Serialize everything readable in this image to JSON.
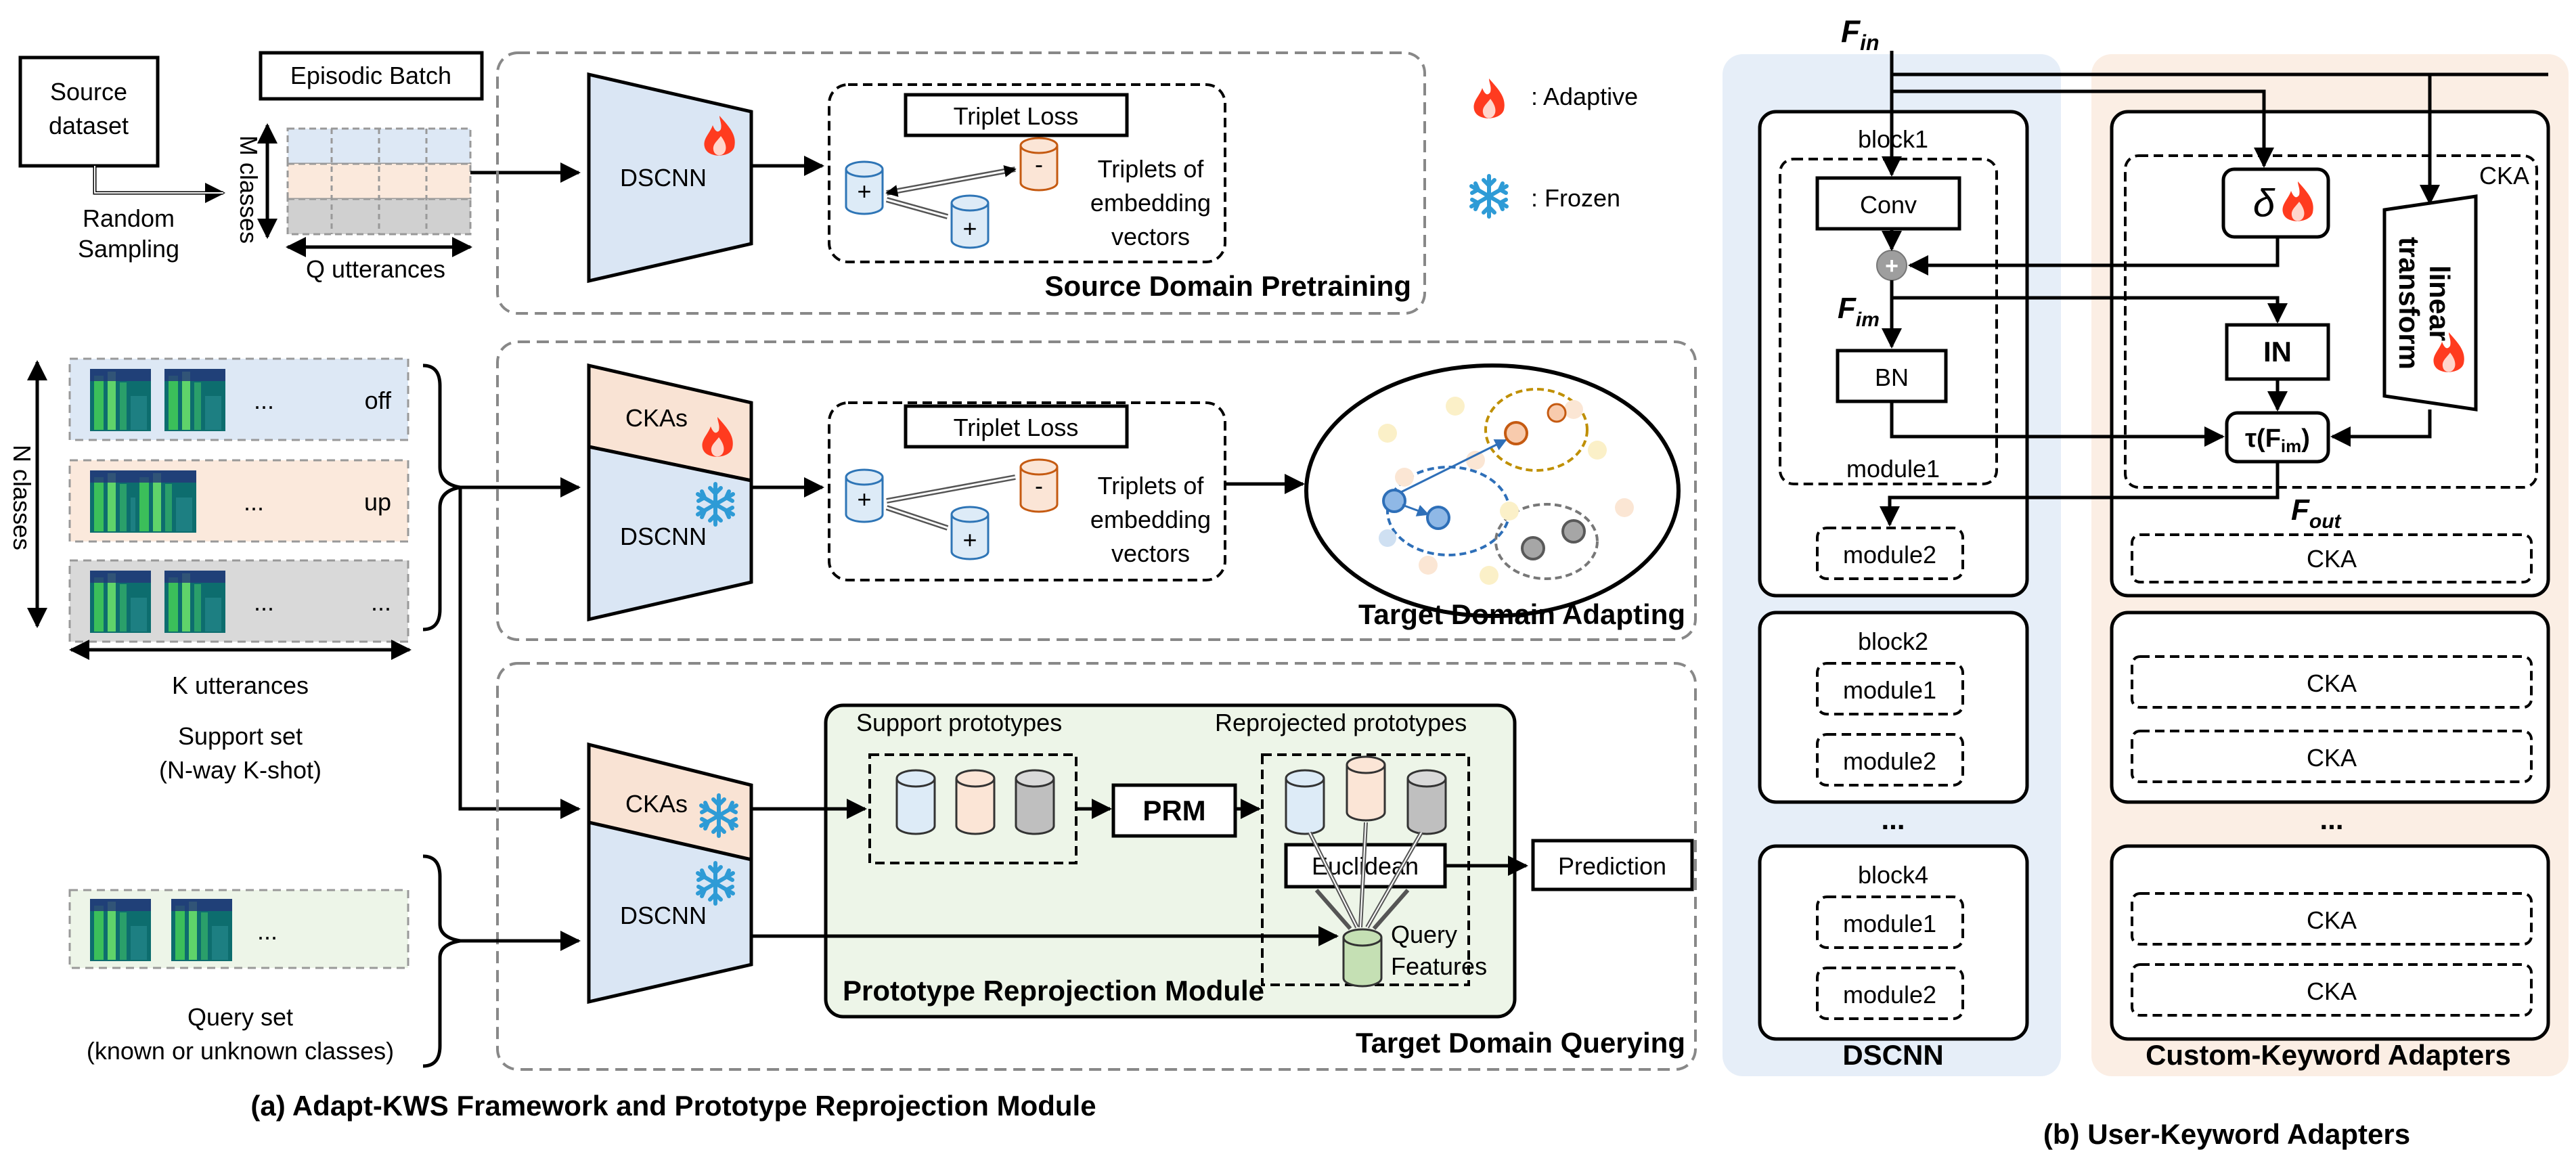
{
  "legend": {
    "adaptive": ": Adaptive",
    "frozen": ": Frozen"
  },
  "source": {
    "dataset_line1": "Source",
    "dataset_line2": "dataset",
    "sampling_line1": "Random",
    "sampling_line2": "Sampling",
    "episodic_batch": "Episodic Batch",
    "m_classes": "M classes",
    "q_utterances": "Q utterances",
    "dscnn": "DSCNN",
    "triplet_loss": "Triplet Loss",
    "triplets_line1": "Triplets of",
    "triplets_line2": "embedding",
    "triplets_line3": "vectors",
    "plus": "+",
    "minus": "-",
    "title": "Source Domain Pretraining"
  },
  "support": {
    "rows": [
      {
        "label": "off",
        "color": "#dde8f5"
      },
      {
        "label": "up",
        "color": "#fbe9dc"
      },
      {
        "label": "...",
        "color": "#d9d9d9"
      }
    ],
    "ellipsis": "...",
    "n_classes": "N classes",
    "k_utterances": "K utterances",
    "caption_line1": "Support set",
    "caption_line2": "(N-way K-shot)"
  },
  "adapting": {
    "ckas": "CKAs",
    "dscnn": "DSCNN",
    "triplet_loss": "Triplet Loss",
    "triplets_line1": "Triplets of",
    "triplets_line2": "embedding",
    "triplets_line3": "vectors",
    "plus": "+",
    "minus": "-",
    "title": "Target Domain Adapting"
  },
  "querying": {
    "ckas": "CKAs",
    "dscnn": "DSCNN",
    "support_prototypes": "Support prototypes",
    "reprojected_prototypes": "Reprojected prototypes",
    "prm": "PRM",
    "euclidean": "Euclidean",
    "prediction": "Prediction",
    "query_line1": "Query",
    "query_line2": "Features",
    "module_title": "Prototype Reprojection Module",
    "title": "Target Domain Querying"
  },
  "query_set": {
    "ellipsis": "...",
    "caption_line1": "Query set",
    "caption_line2": "(known or unknown classes)"
  },
  "caption_a": "(a)  Adapt-KWS Framework and Prototype Reprojection Module",
  "panel_b": {
    "f_in": "F",
    "f_in_sub": "in",
    "f_im": "F",
    "f_im_sub": "im",
    "f_out": "F",
    "f_out_sub": "out",
    "block1": "block1",
    "block2": "block2",
    "block4": "block4",
    "conv": "Conv",
    "bn": "BN",
    "module1": "module1",
    "module2": "module2",
    "dots": "...",
    "dscnn": "DSCNN",
    "cka": "CKA",
    "delta": "δ",
    "linear_line1": "linear",
    "linear_line2": "transform",
    "in": "IN",
    "tau": "τ(F",
    "tau_sub": "im",
    "tau_close": ")",
    "adapters_title": "Custom-Keyword Adapters",
    "caption_b": "(b)  User-Keyword Adapters"
  },
  "colors": {
    "blue_panel": "#e6eef8",
    "orange_panel": "#fbeee4",
    "green_panel": "#edf5e8",
    "trap_blue": "#dae6f4",
    "trap_orange": "#f9e3d4",
    "cyl_blue": "#ddebf7",
    "cyl_orange": "#fbe5d6",
    "cyl_gray": "#bfbfbf",
    "cyl_green": "#c5e0b4",
    "flame": "#ff3b1f",
    "snow": "#2e9bd6"
  }
}
